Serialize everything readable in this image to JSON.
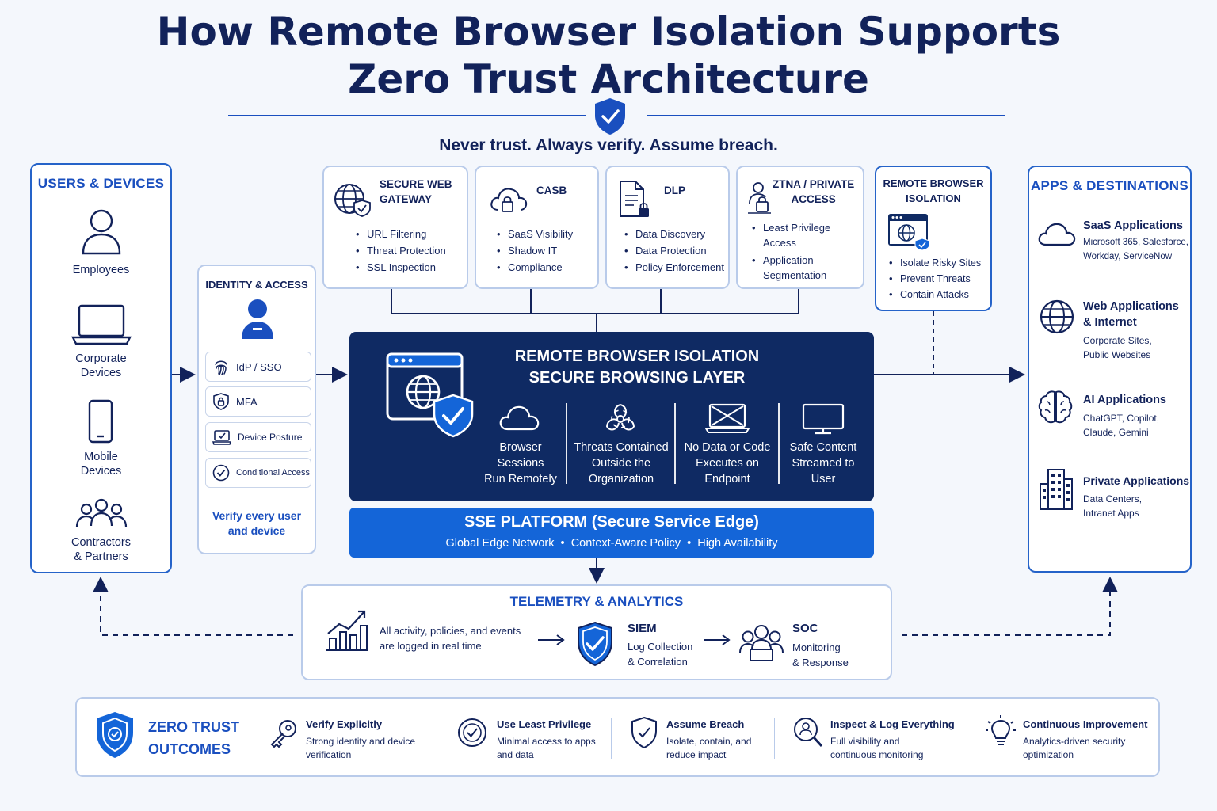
{
  "header": {
    "title_line1": "How Remote Browser Isolation Supports",
    "title_line2": "Zero Trust Architecture",
    "tagline": "Never trust. Always verify. Assume breach."
  },
  "users": {
    "title": "USERS & DEVICES",
    "items": [
      {
        "label": "Employees",
        "icon": "person-icon"
      },
      {
        "label": "Corporate\nDevices",
        "icon": "laptop-icon"
      },
      {
        "label": "Mobile\nDevices",
        "icon": "phone-icon"
      },
      {
        "label": "Contractors\n& Partners",
        "icon": "group-icon"
      }
    ]
  },
  "identity": {
    "title": "IDENTITY & ACCESS",
    "rows": [
      "IdP / SSO",
      "MFA",
      "Device Posture",
      "Conditional Access"
    ],
    "footer": "Verify every user\nand device"
  },
  "cards": [
    {
      "title": "SECURE WEB\nGATEWAY",
      "bullets": [
        "URL Filtering",
        "Threat Protection",
        "SSL Inspection"
      ]
    },
    {
      "title": "CASB",
      "bullets": [
        "SaaS Visibility",
        "Shadow IT",
        "Compliance"
      ]
    },
    {
      "title": "DLP",
      "bullets": [
        "Data Discovery",
        "Data Protection",
        "Policy Enforcement"
      ]
    },
    {
      "title": "ZTNA / PRIVATE\nACCESS",
      "bullets": [
        "Least Privilege\nAccess",
        "Application\nSegmentation"
      ]
    },
    {
      "title": "REMOTE BROWSER\nISOLATION",
      "bullets": [
        "Isolate Risky Sites",
        "Prevent Threats",
        "Contain Attacks"
      ]
    }
  ],
  "rbi": {
    "title_line1": "REMOTE BROWSER ISOLATION",
    "title_line2": "SECURE BROWSING LAYER",
    "features": [
      "Browser\nSessions\nRun Remotely",
      "Threats Contained\nOutside the\nOrganization",
      "No Data or Code\nExecutes on\nEndpoint",
      "Safe Content\nStreamed to\nUser"
    ]
  },
  "sse": {
    "title": "SSE PLATFORM (Secure Service Edge)",
    "sub": "Global Edge Network  •  Context-Aware Policy  •  High Availability"
  },
  "apps": {
    "title": "APPS & DESTINATIONS",
    "items": [
      {
        "title": "SaaS Applications",
        "sub": "Microsoft 365, Salesforce,\nWorkday, ServiceNow"
      },
      {
        "title": "Web Applications\n& Internet",
        "sub": "Corporate Sites,\nPublic Websites"
      },
      {
        "title": "AI Applications",
        "sub": "ChatGPT, Copilot,\nClaude, Gemini"
      },
      {
        "title": "Private Applications",
        "sub": "Data Centers,\nIntranet Apps"
      }
    ]
  },
  "telemetry": {
    "title": "TELEMETRY & ANALYTICS",
    "activity": "All activity, policies, and events\nare logged in real time",
    "siem_title": "SIEM",
    "siem_sub": "Log Collection\n& Correlation",
    "soc_title": "SOC",
    "soc_sub": "Monitoring\n& Response"
  },
  "outcomes": {
    "title": "ZERO TRUST\nOUTCOMES",
    "items": [
      {
        "title": "Verify Explicitly",
        "sub": "Strong identity and device\nverification"
      },
      {
        "title": "Use Least Privilege",
        "sub": "Minimal access to apps\nand data"
      },
      {
        "title": "Assume Breach",
        "sub": "Isolate, contain, and\nreduce impact"
      },
      {
        "title": "Inspect & Log Everything",
        "sub": "Full visibility and\ncontinuous monitoring"
      },
      {
        "title": "Continuous Improvement",
        "sub": "Analytics-driven security\noptimization"
      }
    ]
  },
  "colors": {
    "navy": "#0f2a63",
    "primary": "#1a4fbf",
    "accent": "#1465d8",
    "text": "#12225a",
    "background": "#f4f7fc"
  }
}
